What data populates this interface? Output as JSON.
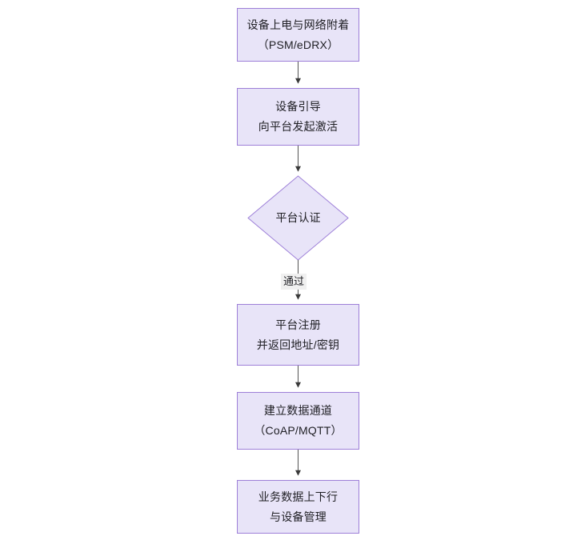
{
  "diagram": {
    "type": "flowchart",
    "orientation": "top-to-bottom",
    "theme": {
      "node_fill": "#e8e4f8",
      "node_border": "#9d7fd8",
      "text_color": "#1f1f24",
      "edge_color": "#555555",
      "edge_label_bg": "#f0f0f0",
      "canvas_bg": "#ffffff"
    },
    "nodes": [
      {
        "id": "n1",
        "shape": "rectangle",
        "lines": [
          "设备上电与网络附着",
          "（PSM/eDRX）"
        ]
      },
      {
        "id": "n2",
        "shape": "rectangle",
        "lines": [
          "设备引导",
          "向平台发起激活"
        ]
      },
      {
        "id": "n3",
        "shape": "diamond",
        "lines": [
          "平台认证"
        ]
      },
      {
        "id": "n4",
        "shape": "rectangle",
        "lines": [
          "平台注册",
          "并返回地址/密钥"
        ]
      },
      {
        "id": "n5",
        "shape": "rectangle",
        "lines": [
          "建立数据通道",
          "（CoAP/MQTT）"
        ]
      },
      {
        "id": "n6",
        "shape": "rectangle",
        "lines": [
          "业务数据上下行",
          "与设备管理"
        ]
      }
    ],
    "edges": [
      {
        "id": "e1",
        "from": "n1",
        "to": "n2",
        "label": ""
      },
      {
        "id": "e2",
        "from": "n2",
        "to": "n3",
        "label": ""
      },
      {
        "id": "e3",
        "from": "n3",
        "to": "n4",
        "label": "通过"
      },
      {
        "id": "e4",
        "from": "n4",
        "to": "n5",
        "label": ""
      },
      {
        "id": "e5",
        "from": "n5",
        "to": "n6",
        "label": ""
      }
    ]
  }
}
